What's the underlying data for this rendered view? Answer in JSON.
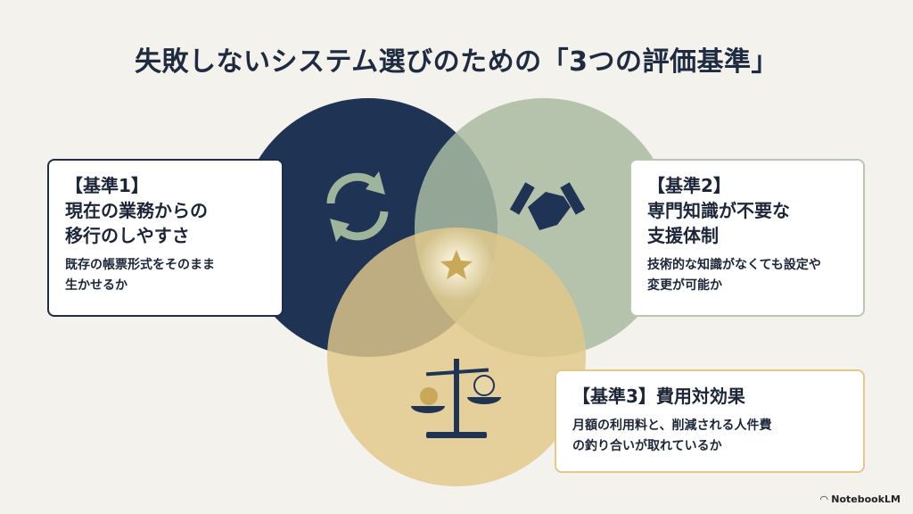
{
  "title": "失敗しないシステム選びのための「3つの評価基準」",
  "colors": {
    "navy": "#1f3355",
    "sage": "#a9bba2",
    "gold": "#e2c88a",
    "star": "#c9a85a"
  },
  "criteria": [
    {
      "label": "【基準1】",
      "heading": "現在の業務からの移行のしやすさ",
      "heading_lines": [
        "現在の業務からの",
        "移行のしやすさ"
      ],
      "description_lines": [
        "既存の帳票形式をそのまま",
        "生かせるか"
      ],
      "icon": "refresh-arrows-icon"
    },
    {
      "label": "【基準2】",
      "heading_lines": [
        "専門知識が不要な",
        "支援体制"
      ],
      "description_lines": [
        "技術的な知識がなくても設定や",
        "変更が可能か"
      ],
      "icon": "handshake-icon"
    },
    {
      "label": "【基準3】",
      "heading": "費用対効果",
      "description_lines": [
        "月額の利用料と、削減される人件費",
        "の釣り合いが取れているか"
      ],
      "icon": "balance-scale-icon"
    }
  ],
  "center_icon": "star-icon",
  "watermark": "NotebookLM"
}
